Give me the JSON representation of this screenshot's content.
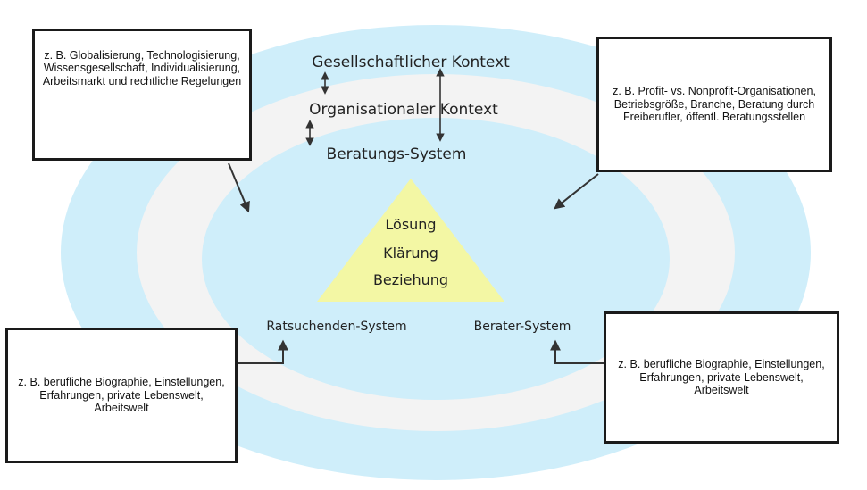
{
  "colors": {
    "outer_ring": "#cfeefa",
    "middle_ring": "#f3f3f3",
    "inner_circle": "#cfeefa",
    "triangle": "#f3f7a4",
    "box_border": "#1a1a1a",
    "arrow": "#333333"
  },
  "layers": {
    "societal": "Gesellschaftlicher Kontext",
    "organizational": "Organisationaler Kontext",
    "counseling": "Beratungs-System"
  },
  "triangle": {
    "line1": "Lösung",
    "line2": "Klärung",
    "line3": "Beziehung"
  },
  "systems": {
    "client": "Ratsuchenden-System",
    "counselor": "Berater-System"
  },
  "boxes": {
    "societal_examples": "z. B. Globalisierung, Technologisierung, Wissensgesellschaft, Individualisierung, Arbeitsmarkt und rechtliche Regelungen",
    "organizational_examples": "z. B. Profit- vs. Nonprofit-Organisationen, Betriebsgröße, Branche, Beratung durch Freiberufler, öffentl. Beratungsstellen",
    "client_examples": "z. B. berufliche Biographie, Einstellungen, Erfahrungen, private Lebenswelt, Arbeitswelt",
    "counselor_examples": "z. B. berufliche Biographie, Einstellungen, Erfahrungen, private Lebenswelt, Arbeitswelt"
  }
}
